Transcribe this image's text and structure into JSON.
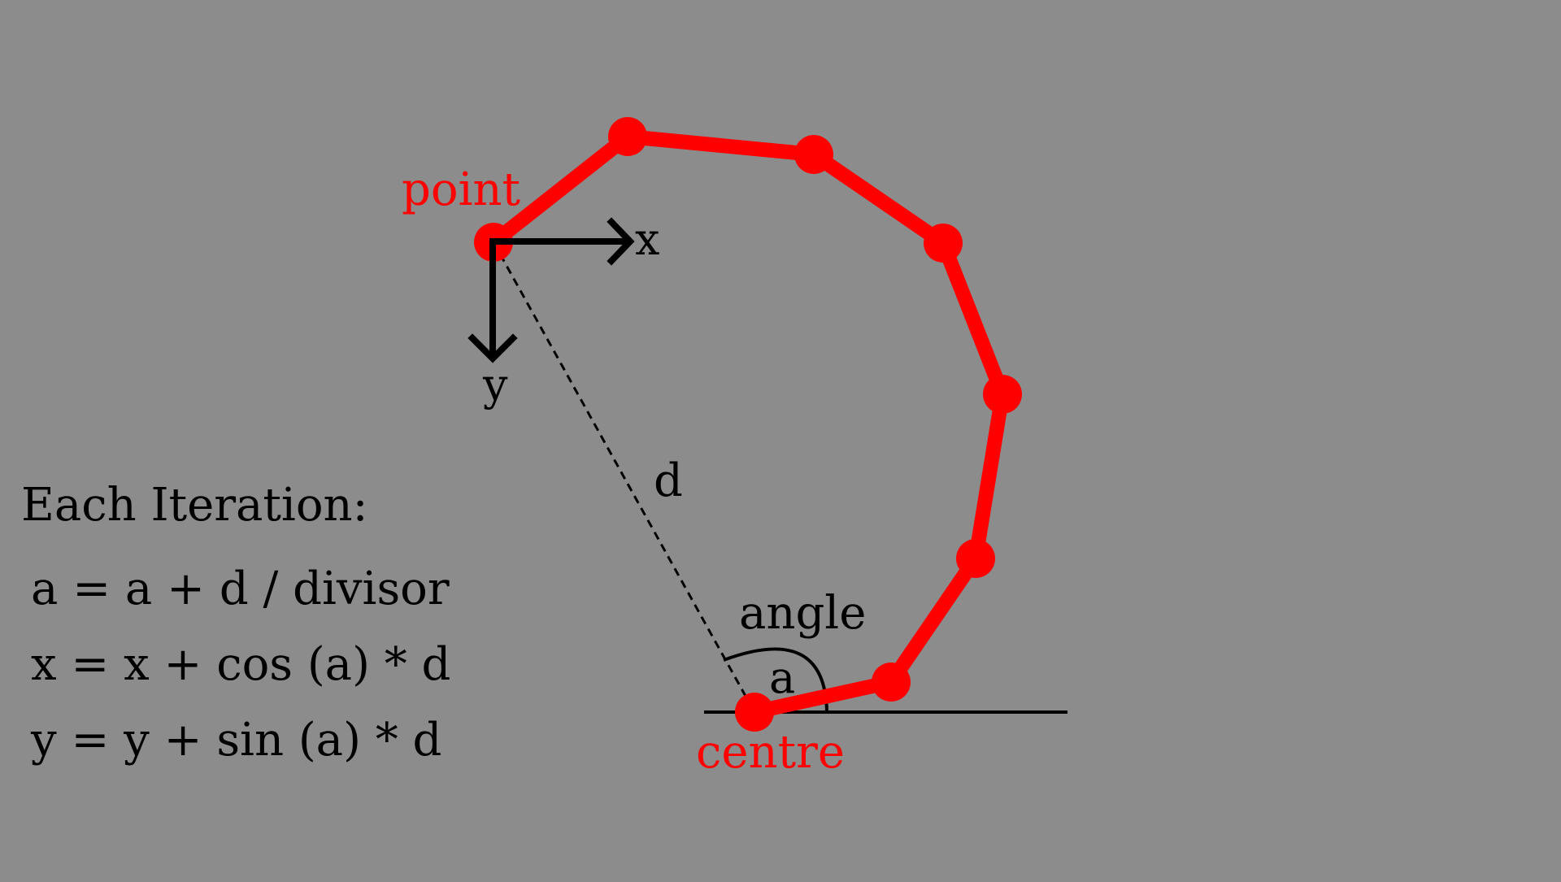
{
  "colors": {
    "background": "#8c8c8c",
    "path": "#ff0000",
    "ink": "#000000"
  },
  "labels": {
    "point": "point",
    "centre": "centre",
    "x_axis": "x",
    "y_axis": "y",
    "distance": "d",
    "angle": "angle",
    "angle_symbol": "a"
  },
  "iteration": {
    "heading": "Each Iteration:",
    "equations": [
      "a = a + d / divisor",
      "x = x + cos (a) * d",
      "y = y + sin (a) * d"
    ]
  }
}
